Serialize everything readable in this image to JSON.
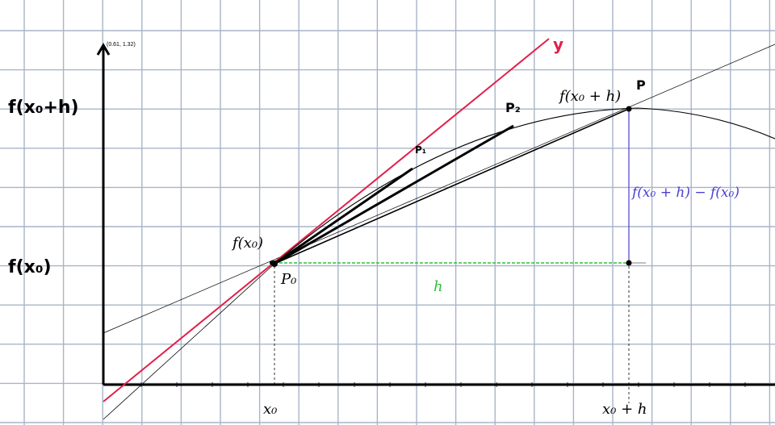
{
  "corner_label": "(0.61, 1.32)",
  "y_labels": {
    "fx0h": "f(x₀+h)",
    "fx0": "f(x₀)"
  },
  "points": {
    "p0_math": "f(x₀)",
    "p0_name": "P₀",
    "p1_name": "P₁",
    "p2_name": "P₂",
    "p_math": "f(x₀ + h)",
    "p_name": "P"
  },
  "tangent_label": "y",
  "increment_h": "h",
  "difference_label": "f(x₀ + h) − f(x₀)",
  "x_labels": {
    "x0": "x₀",
    "x0h": "x₀ + h"
  },
  "colors": {
    "grid": "#a8b4c8",
    "axis": "#000000",
    "tangent": "#e0204a",
    "increment_h": "#2fbf3f",
    "difference": "#4a3fd0",
    "curve": "#000000"
  }
}
